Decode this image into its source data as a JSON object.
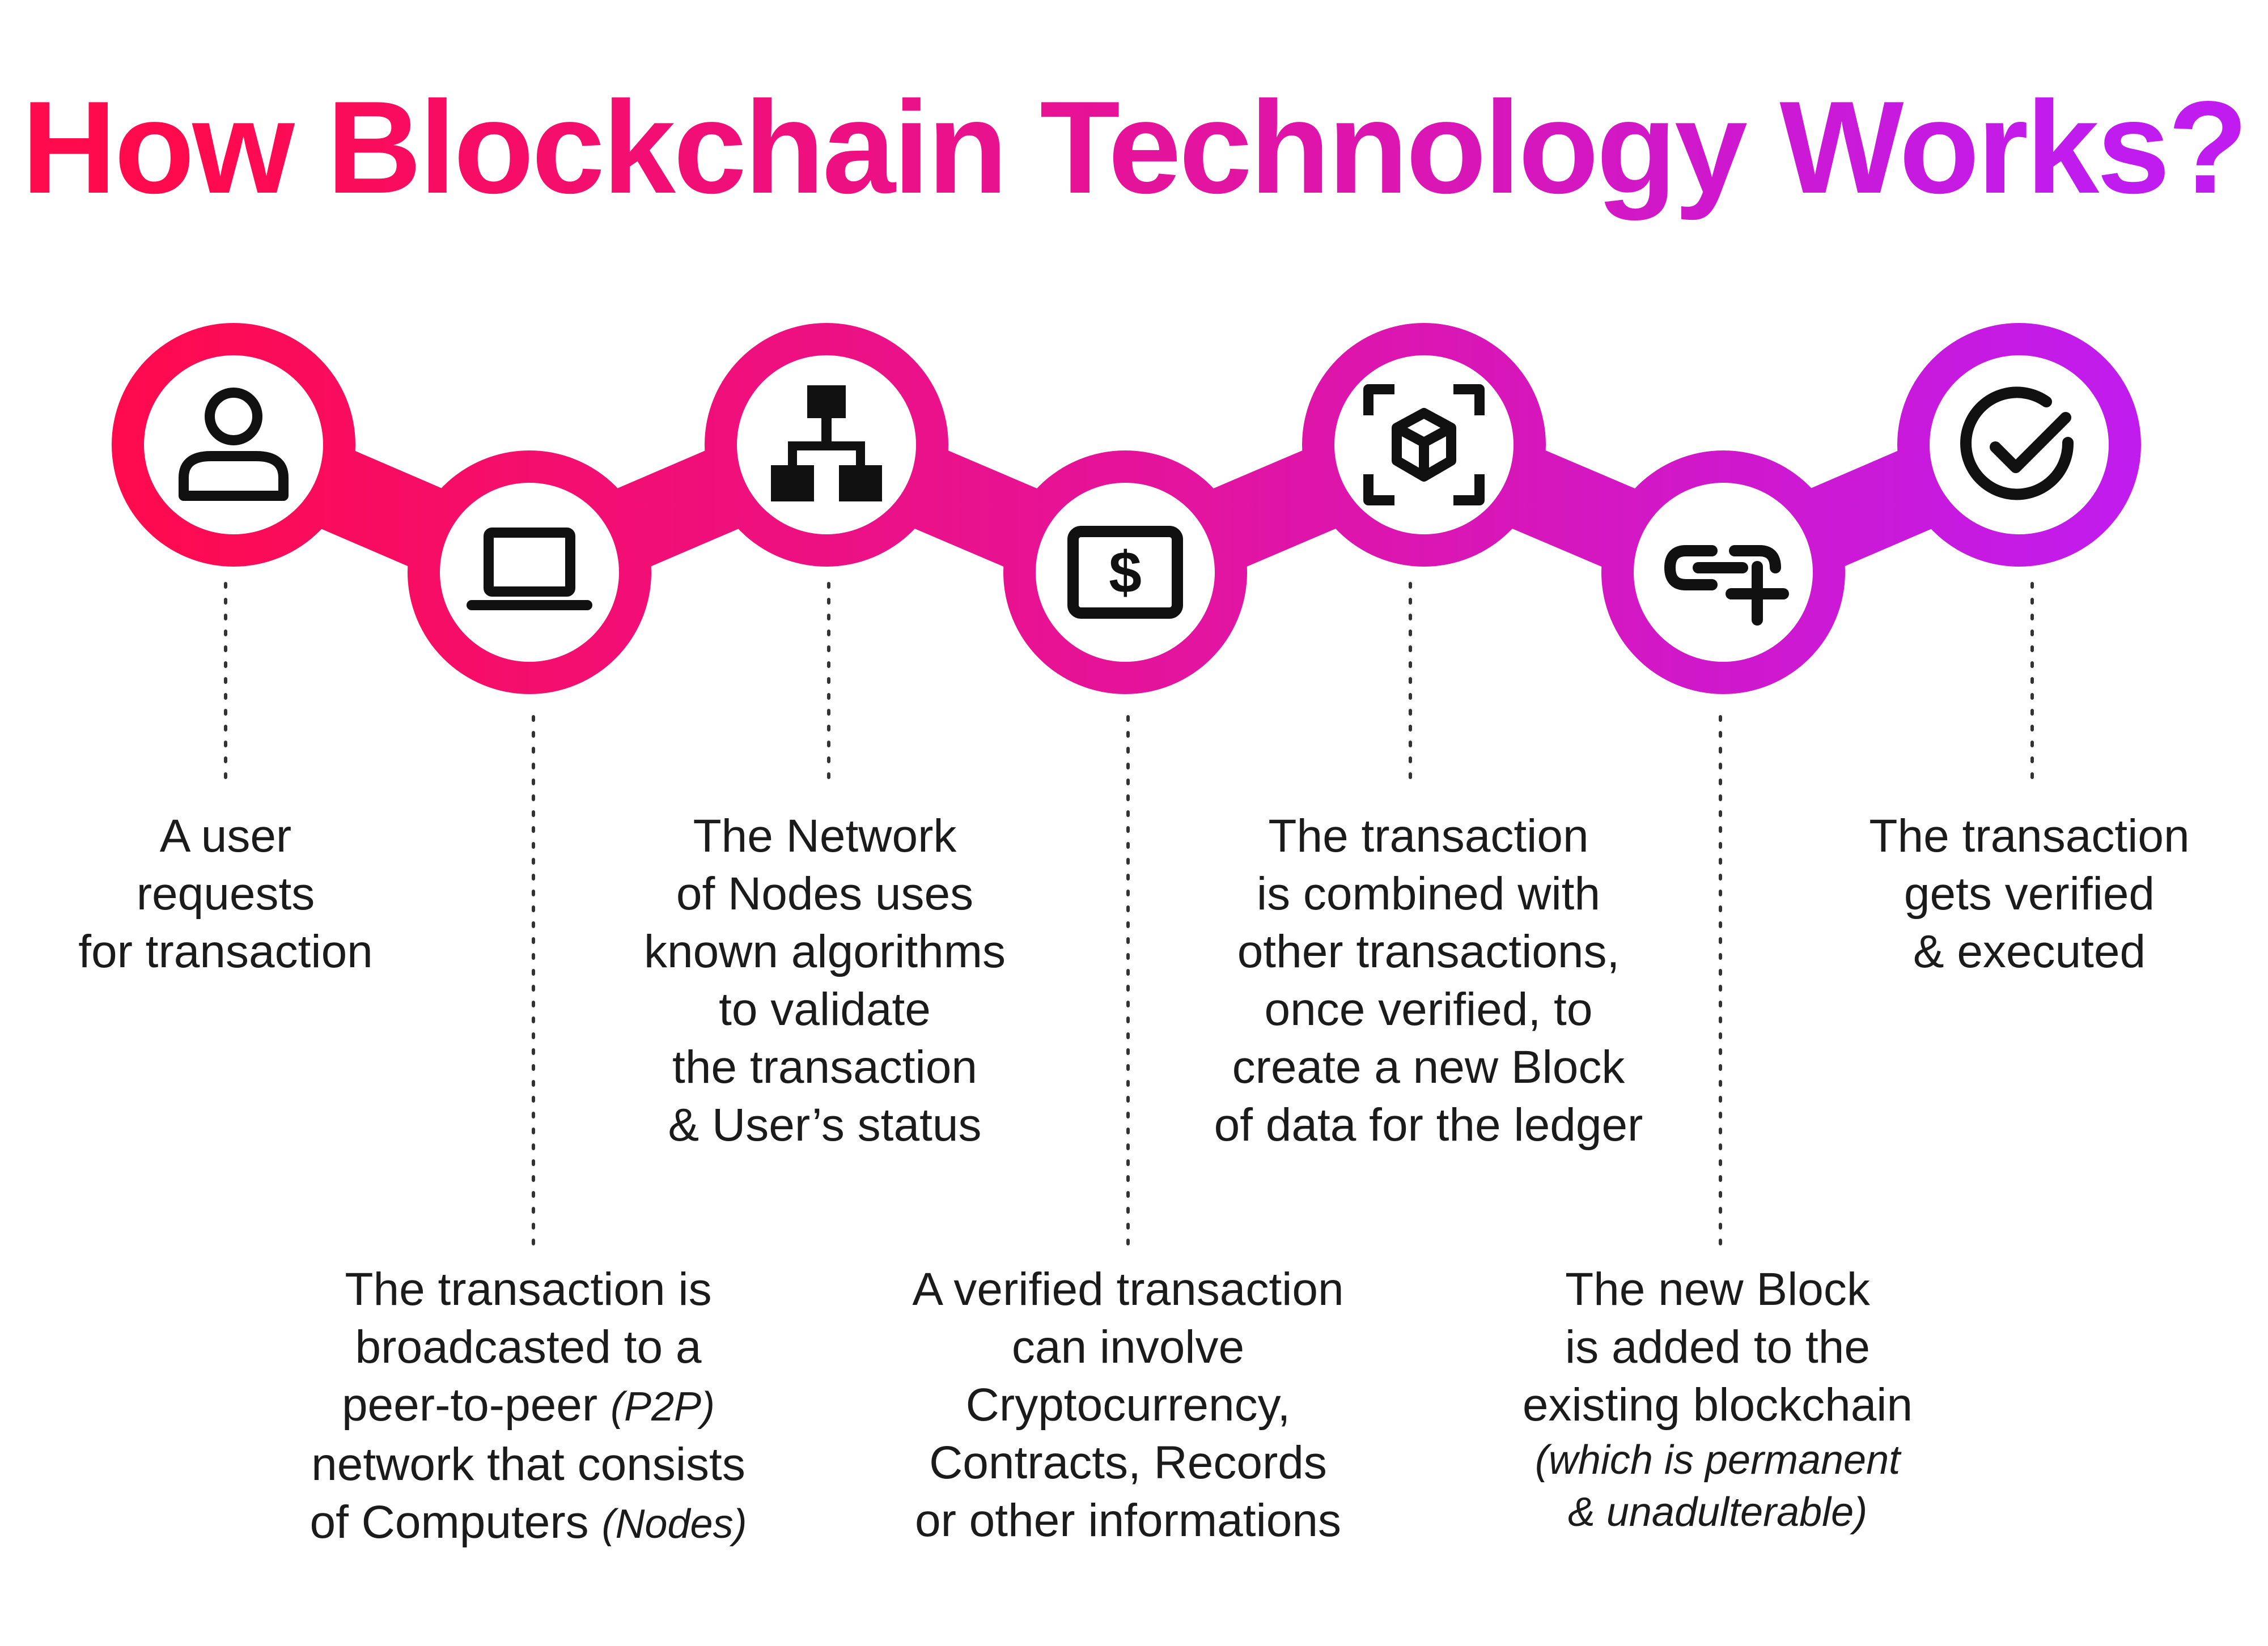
{
  "title": "How Blockchain Technology Works?",
  "colors": {
    "gradient_start": "#ff0a4d",
    "gradient_mid": "#e5139a",
    "gradient_end": "#c01cf0",
    "icon": "#111111",
    "text": "#1b1b1b"
  },
  "steps": [
    {
      "icon": "user-icon",
      "lines": [
        "A user",
        "requests",
        "for transaction"
      ]
    },
    {
      "icon": "laptop-icon",
      "lines": [
        "The transaction is",
        "broadcasted to a",
        "peer-to-peer",
        "network that consists",
        "of Computers"
      ],
      "note_line_3": "(P2P)",
      "note_line_5": "(Nodes)"
    },
    {
      "icon": "network-hierarchy-icon",
      "lines": [
        "The Network",
        "of Nodes uses",
        "known algorithms",
        "to validate",
        "the transaction",
        "& User’s status"
      ]
    },
    {
      "icon": "dollar-bill-icon",
      "lines": [
        "A verified transaction",
        "can involve",
        "Cryptocurrency,",
        "Contracts, Records",
        "or other informations"
      ]
    },
    {
      "icon": "cube-scan-icon",
      "lines": [
        "The transaction",
        "is combined with",
        "other transactions,",
        "once verified, to",
        "create a new Block",
        "of data for the ledger"
      ]
    },
    {
      "icon": "link-add-icon",
      "lines": [
        "The new Block",
        "is added to the",
        "existing blockchain"
      ],
      "italic_lines": [
        "(which is permanent",
        "& unadulterable)"
      ]
    },
    {
      "icon": "check-circle-icon",
      "lines": [
        "The transaction",
        "gets verified",
        "& executed"
      ]
    }
  ]
}
